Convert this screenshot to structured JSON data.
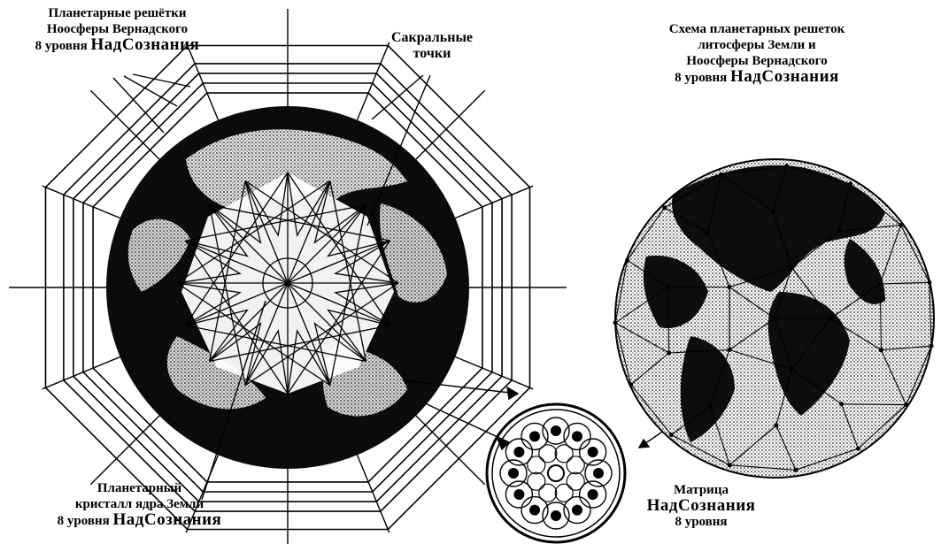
{
  "labels": {
    "noosphere_grid": {
      "line1": "Планетарные решётки",
      "line2": "Ноосферы Вернадского",
      "line3_prefix": "8 уровня",
      "line3_emph": "НадСознания"
    },
    "sacred_points": {
      "line1": "Сакральные",
      "line2": "точки"
    },
    "scheme": {
      "line1": "Схема планетарных решеток",
      "line2": "литосферы Земли и",
      "line3": "Ноосферы Вернадского",
      "line4_prefix": "8 уровня",
      "line4_emph": "НадСознания"
    },
    "core_crystal": {
      "line1": "Планетарный",
      "line2": "кристалл ядра Земли",
      "line3_prefix": "8 уровня",
      "line3_emph": "НадСознания"
    },
    "matrix": {
      "line1": "Матрица",
      "line2": "НадСознания",
      "line3": "8 уровня"
    }
  },
  "colors": {
    "ink": "#000000",
    "paper": "#ffffff",
    "land_halftone": "#8a8a8a"
  }
}
